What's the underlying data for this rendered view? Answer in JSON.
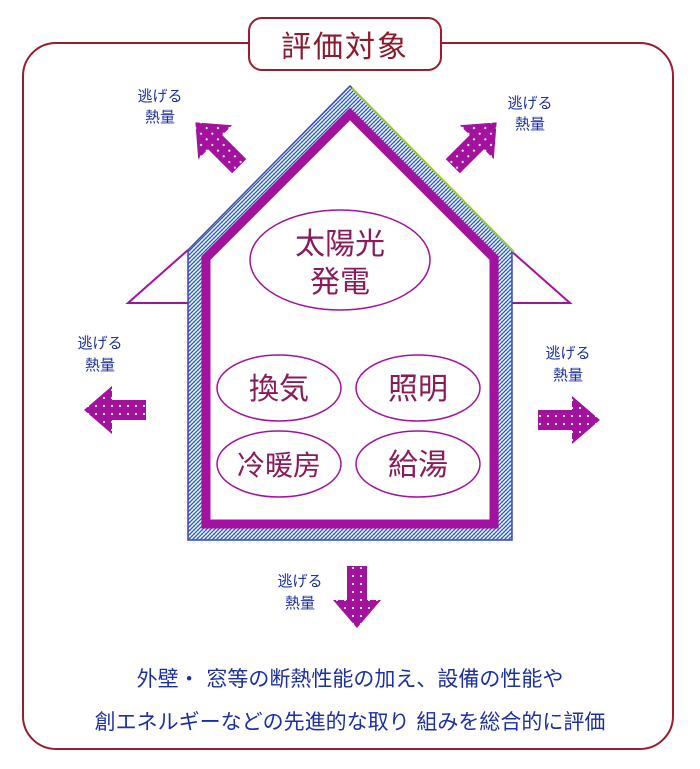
{
  "title": "評価対象",
  "heat_loss_label": {
    "line1": "逃げる",
    "line2": "熱量"
  },
  "house_items": {
    "solar": {
      "line1": "太陽光",
      "line2": "発電"
    },
    "ventilation": "換気",
    "lighting": "照明",
    "heating_cooling": "冷暖房",
    "hot_water": "給湯"
  },
  "caption": {
    "line1": "外壁・ 窓等の断熱性能の加え、設備の性能や",
    "line2": "創エネルギーなどの先進的な取り 組みを総合的に評価"
  },
  "colors": {
    "frame": "#9b1c2e",
    "house": "#a2129e",
    "arrow": "#a2129e",
    "text_blue": "#1c2fa6",
    "insulation": "#3a48b8"
  }
}
